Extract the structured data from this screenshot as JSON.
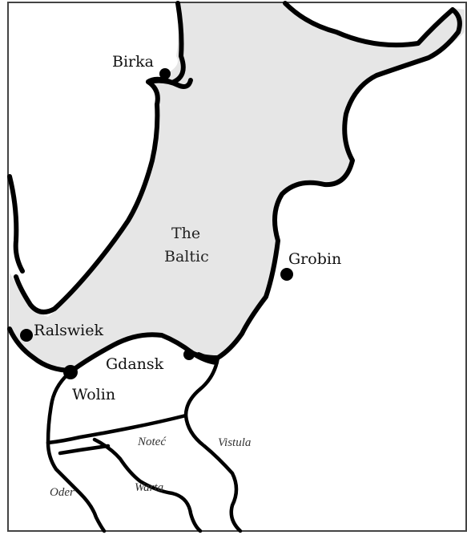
{
  "map": {
    "colors": {
      "sea": "#e6e6e6",
      "land": "#ffffff",
      "ink": "#000000"
    },
    "sea_label": {
      "line1": "The",
      "line2": "Baltic"
    },
    "towns": {
      "birka": "Birka",
      "grobin": "Grobin",
      "ralswiek": "Ralswiek",
      "gdansk": "Gdansk",
      "wolin": "Wolin"
    },
    "rivers": {
      "notec": "Noteć",
      "vistula": "Vistula",
      "oder": "Oder",
      "warta": "Warta"
    }
  }
}
